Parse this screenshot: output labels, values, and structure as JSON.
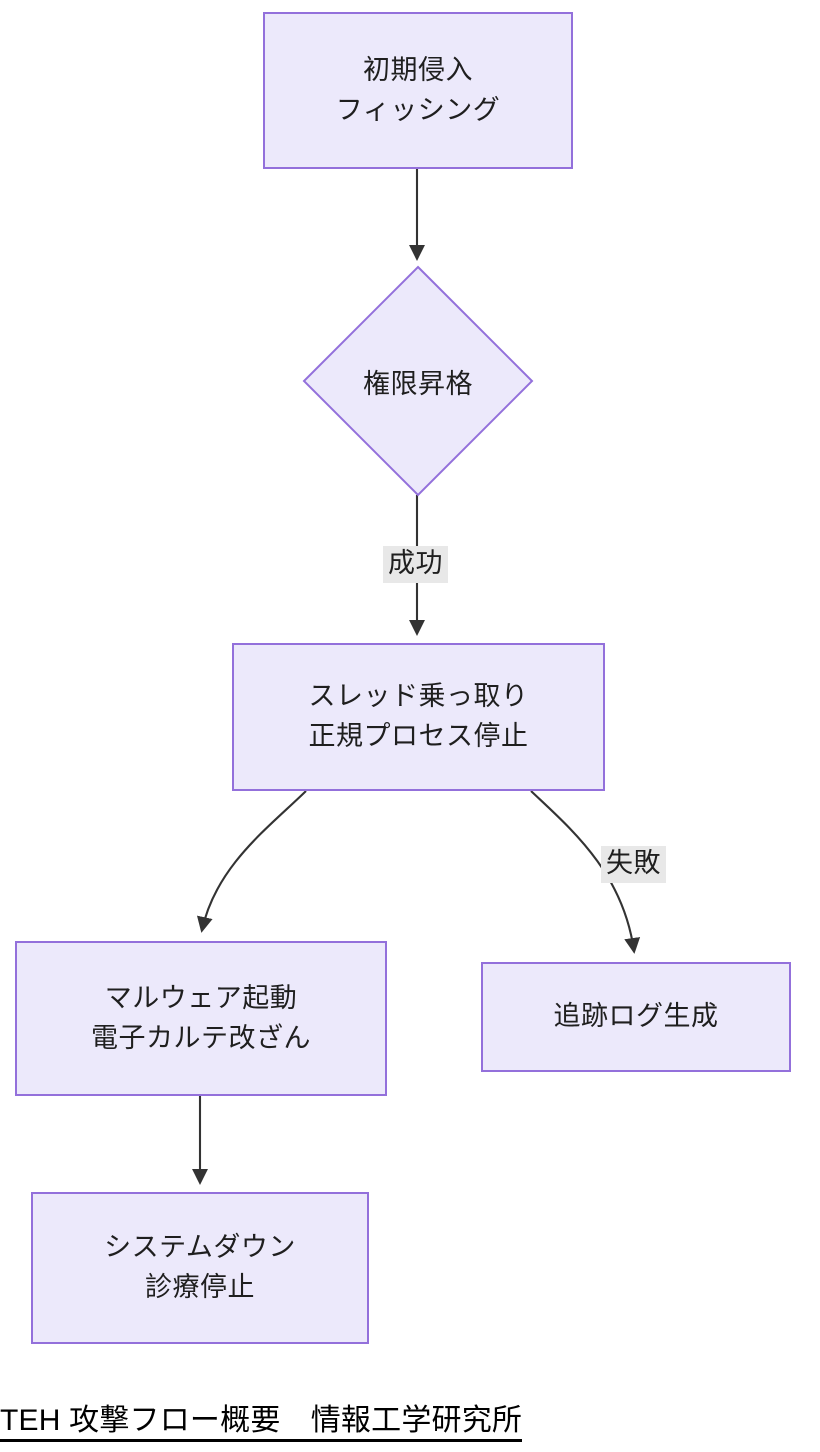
{
  "diagram": {
    "type": "flowchart",
    "direction": "top-down",
    "theme": {
      "node_fill": "#ece9fb",
      "node_border": "#9370db",
      "node_text": "#1f1f1f",
      "edge_stroke": "#333333",
      "edge_label_bg": "#e8e8e8",
      "background": "#ffffff"
    },
    "nodes": [
      {
        "id": "initial-access",
        "shape": "rect",
        "lines": [
          "初期侵入",
          "フィッシング"
        ],
        "line1": "初期侵入",
        "line2": "フィッシング"
      },
      {
        "id": "privilege-escalation",
        "shape": "diamond",
        "label": "権限昇格"
      },
      {
        "id": "thread-hijack",
        "shape": "rect",
        "lines": [
          "スレッド乗っ取り",
          "正規プロセス停止"
        ],
        "line1": "スレッド乗っ取り",
        "line2": "正規プロセス停止"
      },
      {
        "id": "malware-launch",
        "shape": "rect",
        "lines": [
          "マルウェア起動",
          "電子カルテ改ざん"
        ],
        "line1": "マルウェア起動",
        "line2": "電子カルテ改ざん"
      },
      {
        "id": "trace-log",
        "shape": "rect",
        "lines": [
          "追跡ログ生成"
        ],
        "line1": "追跡ログ生成"
      },
      {
        "id": "system-down",
        "shape": "rect",
        "lines": [
          "システムダウン",
          "診療停止"
        ],
        "line1": "システムダウン",
        "line2": "診療停止"
      }
    ],
    "edges": [
      {
        "from": "initial-access",
        "to": "privilege-escalation",
        "label": ""
      },
      {
        "from": "privilege-escalation",
        "to": "thread-hijack",
        "label": "成功"
      },
      {
        "from": "thread-hijack",
        "to": "malware-launch",
        "label": ""
      },
      {
        "from": "thread-hijack",
        "to": "trace-log",
        "label": "失敗"
      },
      {
        "from": "malware-launch",
        "to": "system-down",
        "label": ""
      }
    ],
    "edge_labels": {
      "success": "成功",
      "failure": "失敗"
    }
  },
  "caption": {
    "text": "TEH 攻撃フロー概要　情報工学研究所"
  }
}
